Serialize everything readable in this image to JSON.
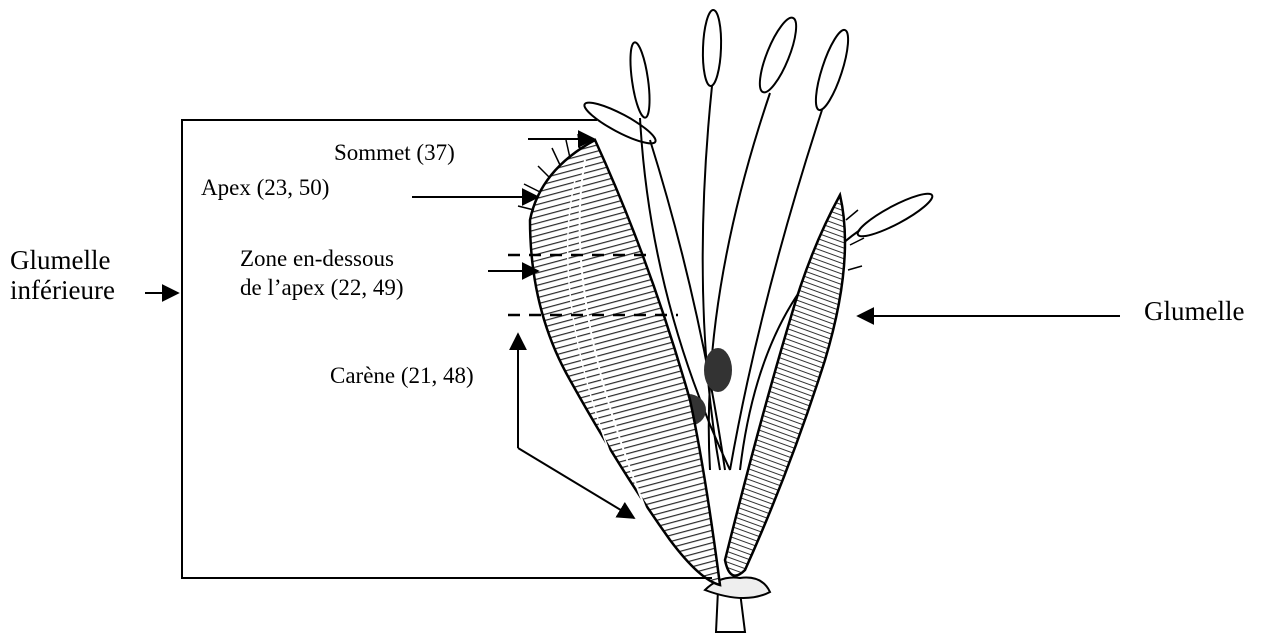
{
  "labels": {
    "glumelle_inf_line1": "Glumelle",
    "glumelle_inf_line2": "inférieure",
    "sommet": "Sommet (37)",
    "apex": "Apex (23, 50)",
    "zone_line1": "Zone en-dessous",
    "zone_line2": "de l’apex (22, 49)",
    "carene": "Carène (21, 48)",
    "glumelle": "Glumelle"
  },
  "colors": {
    "ink": "#000000",
    "shade_dark": "#3a3a3a",
    "shade_mid": "#7a7a7a",
    "paper": "#ffffff"
  }
}
